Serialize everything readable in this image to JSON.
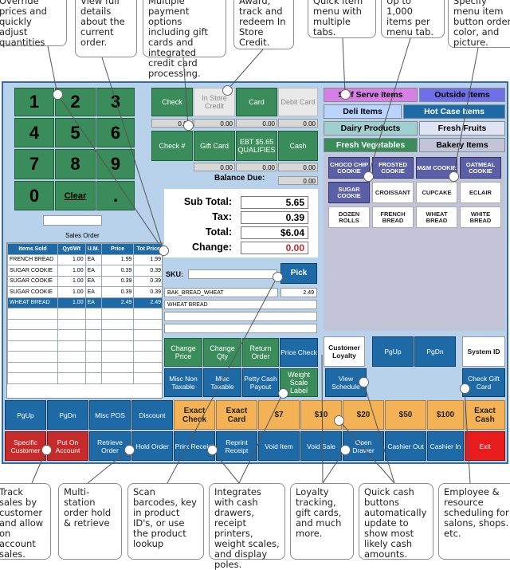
{
  "callouts": {
    "top": [
      "Override prices and quickly adjust quantities",
      "View full details about the current order.",
      "Multiple payment options including gift cards and integrated credit card processing.",
      "Award, track and redeem In Store Credit.",
      "Quick item menu with multiple tabs.",
      "Up to 1,000 items per menu tab.",
      "Specify menu item button order, color, and picture."
    ],
    "bottom": [
      "Track sales by customer and allow on account sales.",
      "Multi-station order hold & retrieve",
      "Scan barcodes, key in product ID's, or use the product lookup",
      "Integrates with cash drawers, receipt printers, weight scales, and display poles.",
      "Loyalty tracking, gift cards, and much more.",
      "Quick cash buttons automatically update to show most likely cash amounts.",
      "Employee & resource scheduling for salons, shops. etc."
    ]
  },
  "keypad": [
    "1",
    "2",
    "3",
    "4",
    "5",
    "6",
    "7",
    "8",
    "9",
    "0",
    "Clear",
    "."
  ],
  "payments": {
    "row1": [
      "Check",
      "In Store Credit",
      "Card",
      "Debit Card"
    ],
    "row1_amounts": [
      "0.00",
      "0.00",
      "0.00",
      "0.00"
    ],
    "row2": [
      "Check #",
      "Gift Card",
      "EBT $5.65 QUALIFIES",
      "Cash"
    ],
    "row2_amounts": [
      "0.00",
      "0.00",
      "0.00"
    ],
    "balance_due_label": "Balance Due:",
    "balance_due_value": "0.00"
  },
  "totals": {
    "subtotal_label": "Sub Total:",
    "subtotal": "5.65",
    "tax_label": "Tax:",
    "tax": "0.39",
    "total_label": "Total:",
    "total": "$6.04",
    "change_label": "Change:",
    "change": "0.00"
  },
  "order": {
    "title": "Sales Order",
    "columns": [
      "Items Sold",
      "Qyt/Wt",
      "U.M.",
      "Price",
      "Tot Price"
    ],
    "rows": [
      [
        "FRENCH BREAD",
        "1.00",
        "EA",
        "1.99",
        "1.99"
      ],
      [
        "SUGAR COOKIE",
        "1.00",
        "EA",
        "0.39",
        "0.39"
      ],
      [
        "SUGAR COOKIE",
        "1.00",
        "EA",
        "0.39",
        "0.39"
      ],
      [
        "SUGAR COOKIE",
        "1.00",
        "EA",
        "0.39",
        "0.39"
      ],
      [
        "WHEAT BREAD",
        "1.00",
        "EA",
        "2.49",
        "2.49"
      ]
    ]
  },
  "sku": {
    "label": "SKU:",
    "pick": "Pick",
    "code": "BAK_BREAD_WHEAT",
    "price": "2.49",
    "description": "WHEAT BREAD"
  },
  "tabs": [
    "Self Serve Items",
    "Outside Items",
    "Deli Items",
    "Hot Case Items",
    "Dairy Products",
    "Fresh Fruits",
    "Fresh Vegetables",
    "Bakery Items"
  ],
  "items": [
    "CHOCO CHIP COOKIE",
    "FROSTED COOKIE",
    "M&M COOKIE",
    "OATMEAL COOKIE",
    "SUGAR COOKIE",
    "CROISSANT",
    "CUPCAKE",
    "ECLAIR",
    "DOZEN ROLLS",
    "FRENCH BREAD",
    "WHEAT BREAD",
    "WHITE BREAD"
  ],
  "functions": {
    "row1": [
      "Change Price",
      "Change Qty",
      "Return Order",
      "Price Check"
    ],
    "row2": [
      "Misc Non Taxable",
      "Misc Taxable",
      "Petty Cash Payout",
      "Weight Scale Label"
    ],
    "customer_loyalty": "Customer Loyalty",
    "pgup": "PgUp",
    "pgdn": "PgDn",
    "system_id": "System ID",
    "view_schedule": "View Schedule",
    "check_gift_card": "Check Gift Card"
  },
  "bottom_row1": [
    "PgUp",
    "PgDn",
    "Misc POS",
    "Discount",
    "Exact Check",
    "Exact Card",
    "$7",
    "$10",
    "$20",
    "$50",
    "$100",
    "Exact Cash"
  ],
  "bottom_row2": [
    "Specific Customer",
    "Put On Account",
    "Retrieve Order",
    "Hold Order",
    "Print Receipt",
    "Reprint Receipt",
    "Void Item",
    "Void Sale",
    "Open Drawer",
    "Cashier Out",
    "Cashier In",
    "Exit"
  ],
  "colors": {
    "screen_bg": "#b7d2ea",
    "green": "#3a8c5a",
    "blue": "#1e6aa6",
    "orange": "#f3b255",
    "red": "#c62a2a",
    "purple": "#5b5fa6",
    "magenta_tab": "#d680e6"
  }
}
